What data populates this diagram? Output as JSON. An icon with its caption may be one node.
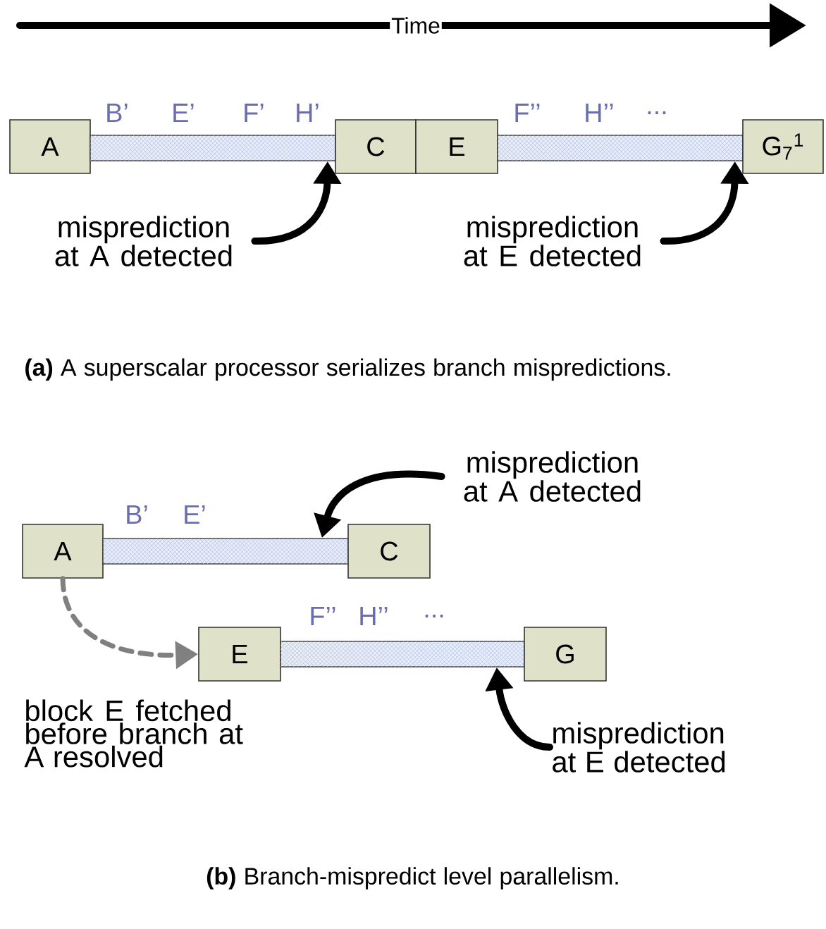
{
  "diagram": {
    "nodes": [
      {
        "text": [
          "A"
        ]
      },
      {
        "text": [],
        "shape": "bar"
      },
      {
        "text": [
          "C"
        ]
      },
      {
        "text": [
          "E"
        ]
      },
      {
        "text": [],
        "shape": "bar"
      },
      {
        "text": [
          "G$_{7}$$^{1}$"
        ]
      },
      {
        "text": [
          "misprediction at A detected"
        ]
      },
      {
        "text": [
          "misprediction at E detected"
        ]
      },
      {
        "text": [
          "A"
        ]
      },
      {
        "text": [],
        "shape": "bar"
      },
      {
        "text": [
          "C"
        ]
      },
      {
        "text": [
          "misprediction at A detected"
        ]
      },
      {
        "text": [
          "E"
        ]
      },
      {
        "text": [],
        "shape": "bar"
      },
      {
        "text": [
          "G"
        ]
      },
      {
        "text": [
          "misprediction at E detected"
        ]
      }
    ],
    "edges": [
      {
        "from": 6,
        "to": 1,
        "arrow": "to"
      },
      {
        "from": 7,
        "to": 4,
        "arrow": "to"
      },
      {
        "from": 11,
        "to": 9,
        "arrow": "to"
      },
      {
        "from": 8,
        "to": 12,
        "arrow": "to",
        "style": "dashed",
        "color": "#808080"
      },
      {
        "from": 15,
        "to": 13,
        "arrow": "to"
      }
    ],
    "labels": [
      "Time",
      "B’",
      "E’",
      "F’",
      "H’",
      "F’’",
      "H’’",
      "...",
      "**(a)** A superscalar processor serializes branch mispredictions.",
      "B’",
      "E’",
      "F’’",
      "H’’",
      "...",
      "block E fetched before branch at A resolved",
      "**(b)** Branch-mispredict level parallelism."
    ]
  }
}
